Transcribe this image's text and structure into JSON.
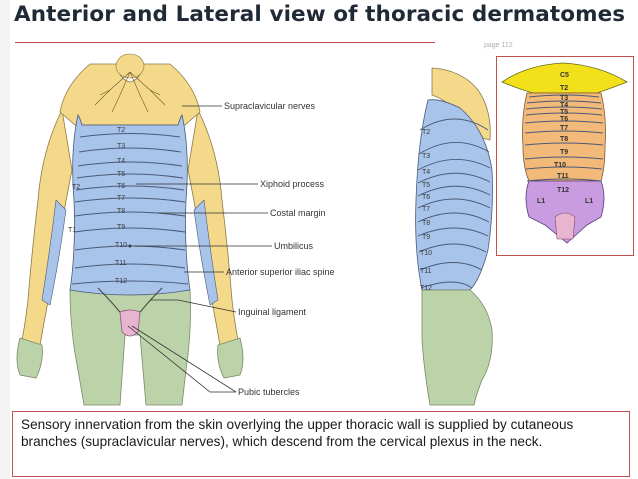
{
  "title": "Anterior and Lateral view of thoracic dermatomes",
  "page_ref": "page 112",
  "caption": "Sensory innervation from the skin overlying the upper thoracic wall is supplied by cutaneous branches (supraclavicular nerves), which descend from the cervical plexus in the neck.",
  "labels": {
    "supraclavicular": "Supraclavicular nerves",
    "xiphoid": "Xiphoid process",
    "costal": "Costal margin",
    "umbilicus": "Umbilicus",
    "asis": "Anterior superior iliac spine",
    "inguinal": "Inguinal ligament",
    "pubic": "Pubic tubercles"
  },
  "anterior_segments": [
    "T2",
    "T3",
    "T4",
    "T5",
    "T6",
    "T7",
    "T8",
    "T9",
    "T10",
    "T11",
    "T12"
  ],
  "anterior_side": {
    "t2": "T2",
    "t1": "T1"
  },
  "lateral_segments": [
    "T2",
    "T3",
    "T4",
    "T5",
    "T6",
    "T7",
    "T8",
    "T9",
    "T10",
    "T11",
    "T12"
  ],
  "inset_segments": [
    "C5",
    "T2",
    "T3",
    "T4",
    "T5",
    "T6",
    "T7",
    "T8",
    "T9",
    "T10",
    "T11",
    "T12"
  ],
  "inset_side": {
    "l1_left": "L1",
    "l1_right": "L1"
  },
  "colors": {
    "accent": "#c0504d",
    "cervical_yellow": "#f5d98a",
    "thoracic_blue": "#a9c4ea",
    "lumbar_green": "#bcd3a9",
    "sacral_pink": "#e8b4cf",
    "inset_yellow": "#f2e01a",
    "inset_orange": "#f3b978",
    "inset_purple": "#c99be0"
  }
}
